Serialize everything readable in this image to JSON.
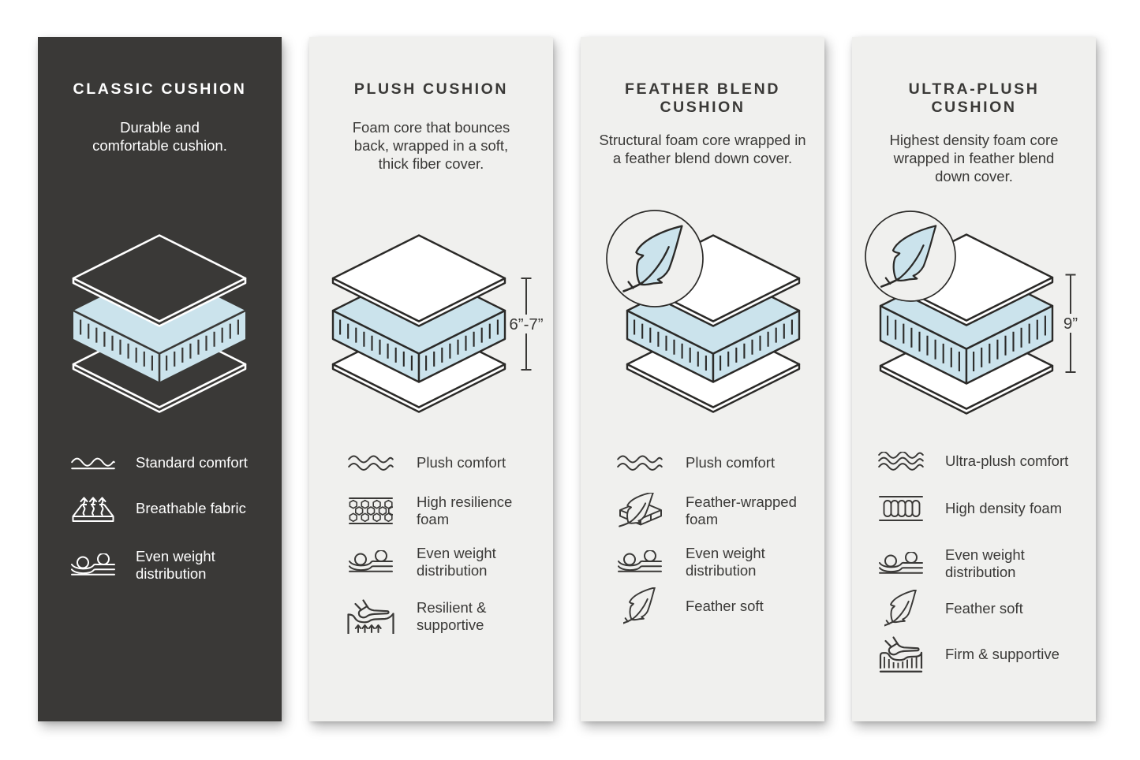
{
  "page": {
    "type": "cushion comparison infographic",
    "background": "#ffffff",
    "colors": {
      "dark_panel": "#3a3937",
      "light_panel": "#f0f0ee",
      "foam_blue": "#cbe3ec",
      "outline": "#2b2a28",
      "dark_text": "#3a3937",
      "light_text": "#ffffff"
    }
  },
  "panels": [
    {
      "id": "classic-cushion",
      "theme": "dark",
      "title": "CLASSIC CUSHION",
      "title_lines": [
        "CLASSIC CUSHION"
      ],
      "description": "Durable and comfortable cushion.",
      "description_lines": [
        "Durable and",
        "comfortable cushion."
      ],
      "illustration": "layered cushion (top cover, foam core, bottom cover)",
      "features": [
        {
          "icon": "wave-single-icon",
          "label": "Standard comfort",
          "label_lines": [
            "Standard comfort"
          ]
        },
        {
          "icon": "breathable-fabric-icon",
          "label": "Breathable fabric",
          "label_lines": [
            "Breathable fabric"
          ]
        },
        {
          "icon": "even-weight-icon",
          "label": "Even weight distribution",
          "label_lines": [
            "Even weight",
            "distribution"
          ]
        }
      ]
    },
    {
      "id": "plush-cushion",
      "theme": "light",
      "title": "PLUSH CUSHION",
      "title_lines": [
        "PLUSH CUSHION"
      ],
      "description": "Foam core that bounces back, wrapped in a soft, thick fiber cover.",
      "description_lines": [
        "Foam core that bounces",
        "back, wrapped in a soft,",
        "thick fiber cover."
      ],
      "illustration": "layered cushion (top cover, foam core, bottom cover)",
      "dimension_label": "6”-7”",
      "features": [
        {
          "icon": "wave-double-icon",
          "label": "Plush comfort",
          "label_lines": [
            "Plush comfort"
          ]
        },
        {
          "icon": "honeycomb-foam-icon",
          "label": "High resilience foam",
          "label_lines": [
            "High resilience",
            "foam"
          ]
        },
        {
          "icon": "even-weight-icon",
          "label": "Even weight distribution",
          "label_lines": [
            "Even weight",
            "distribution"
          ]
        },
        {
          "icon": "resilient-icon",
          "label": "Resilient & supportive",
          "label_lines": [
            "Resilient &",
            "supportive"
          ]
        }
      ]
    },
    {
      "id": "feather-blend-cushion",
      "theme": "light",
      "title": "FEATHER BLEND CUSHION",
      "title_lines": [
        "FEATHER BLEND",
        "CUSHION"
      ],
      "description": "Structural foam core wrapped in a feather blend down cover.",
      "description_lines": [
        "Structural foam core wrapped in",
        "a feather blend down cover."
      ],
      "illustration": "layered cushion with feather badge",
      "features": [
        {
          "icon": "wave-double-icon",
          "label": "Plush comfort",
          "label_lines": [
            "Plush comfort"
          ]
        },
        {
          "icon": "feather-wrapped-foam-icon",
          "label": "Feather-wrapped foam",
          "label_lines": [
            "Feather-wrapped",
            "foam"
          ]
        },
        {
          "icon": "even-weight-icon",
          "label": "Even weight distribution",
          "label_lines": [
            "Even weight",
            "distribution"
          ]
        },
        {
          "icon": "feather-icon",
          "label": "Feather soft",
          "label_lines": [
            "Feather soft"
          ]
        }
      ]
    },
    {
      "id": "ultra-plush-cushion",
      "theme": "light",
      "title": "ULTRA-PLUSH CUSHION",
      "title_lines": [
        "ULTRA-PLUSH",
        "CUSHION"
      ],
      "description": "Highest density foam core wrapped in feather blend down cover.",
      "description_lines": [
        "Highest density foam core",
        "wrapped in feather blend",
        "down cover."
      ],
      "illustration": "layered cushion with feather badge",
      "dimension_label": "9”",
      "features": [
        {
          "icon": "wave-triple-icon",
          "label": "Ultra-plush comfort",
          "label_lines": [
            "Ultra-plush comfort"
          ]
        },
        {
          "icon": "high-density-foam-icon",
          "label": "High density foam",
          "label_lines": [
            "High density foam"
          ]
        },
        {
          "icon": "even-weight-icon",
          "label": "Even weight distribution",
          "label_lines": [
            "Even weight",
            "distribution"
          ]
        },
        {
          "icon": "feather-icon",
          "label": "Feather soft",
          "label_lines": [
            "Feather soft"
          ]
        },
        {
          "icon": "firm-supportive-icon",
          "label": "Firm & supportive",
          "label_lines": [
            "Firm & supportive"
          ]
        }
      ]
    }
  ]
}
